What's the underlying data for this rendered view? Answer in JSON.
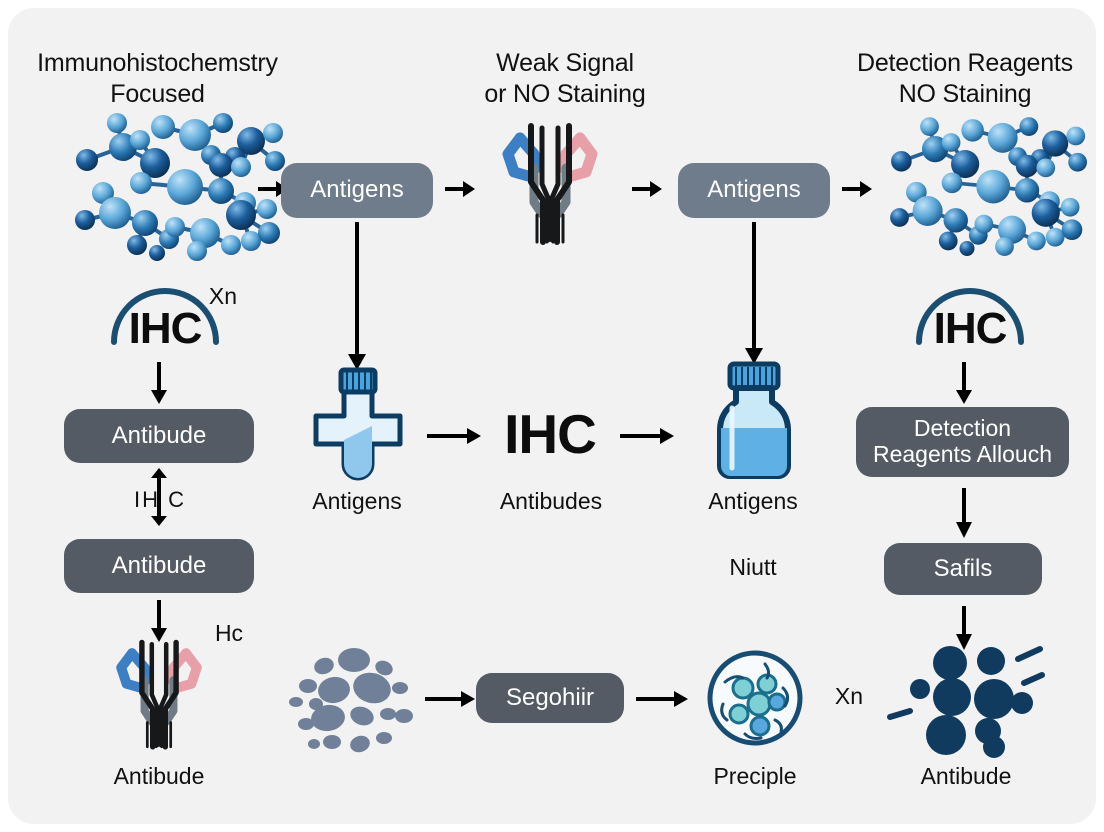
{
  "diagram": {
    "background_color": "#f2f2f2",
    "page_color": "#ffffff",
    "pill_light_color": "#6e7c8c",
    "pill_dark_color": "#545b64",
    "accent_blue": "#1b4f72",
    "headings": [
      {
        "id": "heading-left",
        "text": "Immunohistochemstry\nFocused"
      },
      {
        "id": "heading-middle",
        "text": "Weak Signal\nor NO Staining"
      },
      {
        "id": "heading-right",
        "text": "Detection Reagents\nNO Staining"
      }
    ],
    "top_row": {
      "molecule_left_label": "molecule-cluster",
      "pill_1": "Antigens",
      "antibody_icon_label": "antibody-icon",
      "pill_2": "Antigens",
      "molecule_right_label": "molecule-cluster"
    },
    "left_column": {
      "arc_label": "IHC",
      "arc_superscript": "Xn",
      "box_1": "Antibude",
      "between_boxes": "IH  C",
      "box_2": "Antibude",
      "antibody_superscript": "Hc",
      "antibody_caption": "Antibude"
    },
    "middle_column": {
      "vial_caption": "Antigens",
      "center_text": "IHC",
      "center_caption": "Antibudes",
      "bottle_caption": "Antigens",
      "bottle_subcaption": "Niutt"
    },
    "right_column": {
      "arc_label": "IHC",
      "box_1": "Detection\nReagents Allouch",
      "box_2": "Safils"
    },
    "bottom_row": {
      "cells_label": "cell-cluster",
      "pill": "Segohiir",
      "circle_caption": "Preciple",
      "superscript": "Xn",
      "dots_caption": "Antibude"
    }
  }
}
